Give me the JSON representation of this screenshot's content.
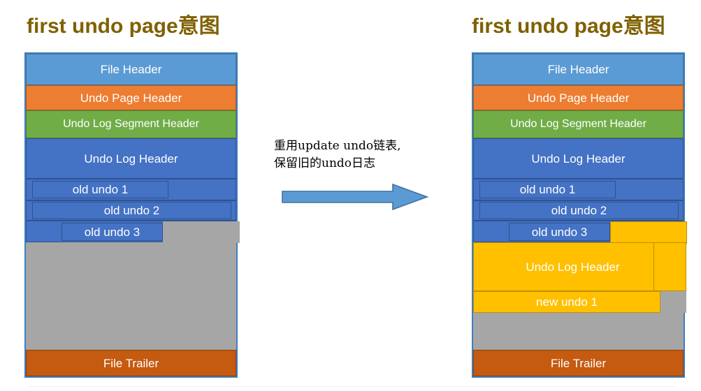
{
  "left_panel": {
    "title": "first undo page意图",
    "bands": [
      {
        "label": "File Header",
        "kind": "file-header"
      },
      {
        "label": "Undo Page Header",
        "kind": "undo-page-header"
      },
      {
        "label": "Undo Log Segment Header",
        "kind": "seg-header"
      },
      {
        "label": "Undo Log Header",
        "kind": "log-header"
      }
    ],
    "undo_entries": [
      {
        "label": "old undo 1"
      },
      {
        "label": "old undo 2"
      },
      {
        "label": "old undo 3"
      }
    ],
    "trailer": {
      "label": "File Trailer"
    }
  },
  "middle": {
    "note_line_1": "重用update undo链表,",
    "note_line_2": "保留旧的undo日志",
    "arrow_color": "#5B9BD5",
    "arrow_border": "#41719C"
  },
  "right_panel": {
    "title": "first undo page意图",
    "bands": [
      {
        "label": "File Header",
        "kind": "file-header"
      },
      {
        "label": "Undo Page Header",
        "kind": "undo-page-header"
      },
      {
        "label": "Undo Log Segment Header",
        "kind": "seg-header"
      },
      {
        "label": "Undo Log Header",
        "kind": "log-header"
      }
    ],
    "undo_entries": [
      {
        "label": "old undo 1"
      },
      {
        "label": "old undo 2"
      },
      {
        "label": "old undo 3"
      }
    ],
    "new_log_header": {
      "label": "Undo Log Header"
    },
    "new_undo_entries": [
      {
        "label": "new undo 1"
      }
    ],
    "trailer": {
      "label": "File Trailer"
    }
  },
  "colors": {
    "title": "#7F6000",
    "file_header": "#5B9BD5",
    "undo_page_header": "#ED7D31",
    "segment_header": "#70AD47",
    "undo_log_header": "#4472C4",
    "new_undo_yellow": "#FFC000",
    "file_trailer": "#C55A11",
    "free_space_gray": "#A6A6A6"
  }
}
